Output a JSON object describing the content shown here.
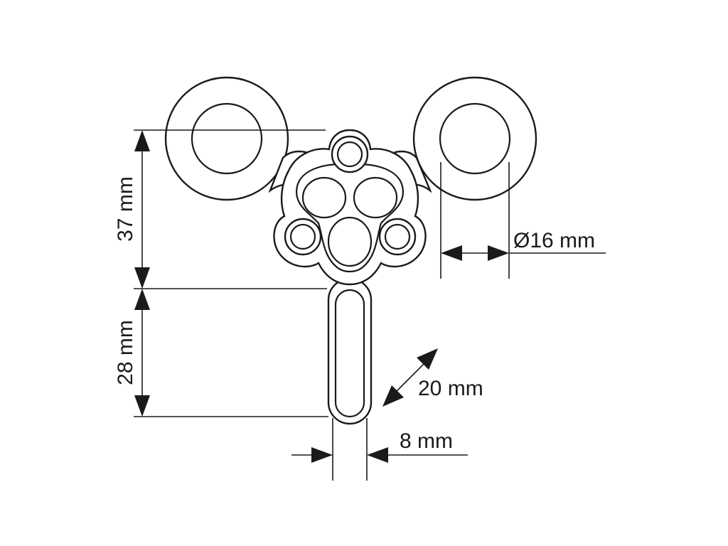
{
  "dimensions": {
    "height_upper": "37 mm",
    "height_lower": "28 mm",
    "eye_diameter": "Ø16 mm",
    "slot_length": "20 mm",
    "slot_width": "8 mm"
  },
  "colors": {
    "line": "#1a1a1a",
    "background": "#ffffff"
  }
}
